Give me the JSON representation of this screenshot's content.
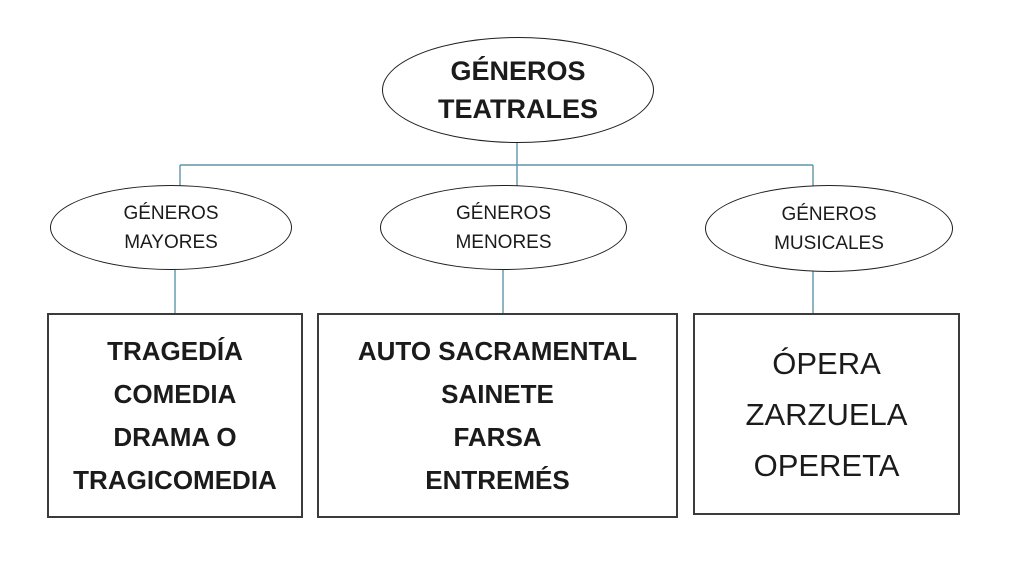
{
  "theme": {
    "background_color": "#ffffff",
    "connector_color": "#5f95ab",
    "ellipse_border_color": "#1f1f1f",
    "box_border_color": "#3b3b3b",
    "text_color": "#1b1b1b"
  },
  "diagram": {
    "root": {
      "lines": [
        "GÉNEROS",
        "TEATRALES"
      ]
    },
    "branches": [
      {
        "ellipse": {
          "lines": [
            "GÉNEROS",
            "MAYORES"
          ]
        },
        "box": {
          "lines": [
            "TRAGEDÍA",
            "COMEDIA",
            "DRAMA O",
            "TRAGICOMEDIA"
          ]
        }
      },
      {
        "ellipse": {
          "lines": [
            "GÉNEROS",
            "MENORES"
          ]
        },
        "box": {
          "lines": [
            "AUTO SACRAMENTAL",
            "SAINETE",
            "FARSA",
            "ENTREMÉS"
          ]
        }
      },
      {
        "ellipse": {
          "lines": [
            "GÉNEROS",
            "MUSICALES"
          ]
        },
        "box": {
          "lines": [
            "ÓPERA",
            "ZARZUELA",
            "OPERETA"
          ]
        }
      }
    ]
  }
}
